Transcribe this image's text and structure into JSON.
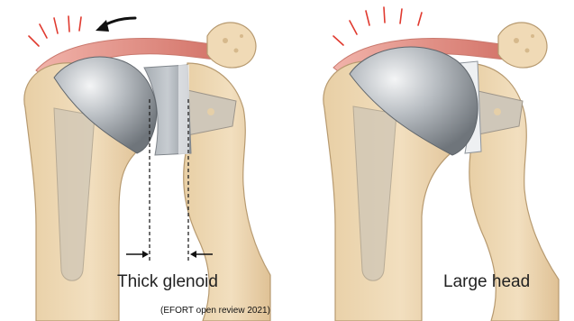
{
  "panels": {
    "left": {
      "label": "Thick glenoid"
    },
    "right": {
      "label": "Large head"
    }
  },
  "source": "(EFORT open review 2021)",
  "colors": {
    "bone": "#f0d9b5",
    "bone_shade": "#d9b98c",
    "bone_outline": "#b79a70",
    "implant_metal": "#9ea3a8",
    "glenoid_poly": "#e9ecef",
    "muscle": "#d97f73",
    "strain_lines": "#e03a2f",
    "arrow": "#111111"
  },
  "icons": [
    "curved-arrow-icon",
    "right-arrow-icon",
    "left-arrow-icon"
  ]
}
